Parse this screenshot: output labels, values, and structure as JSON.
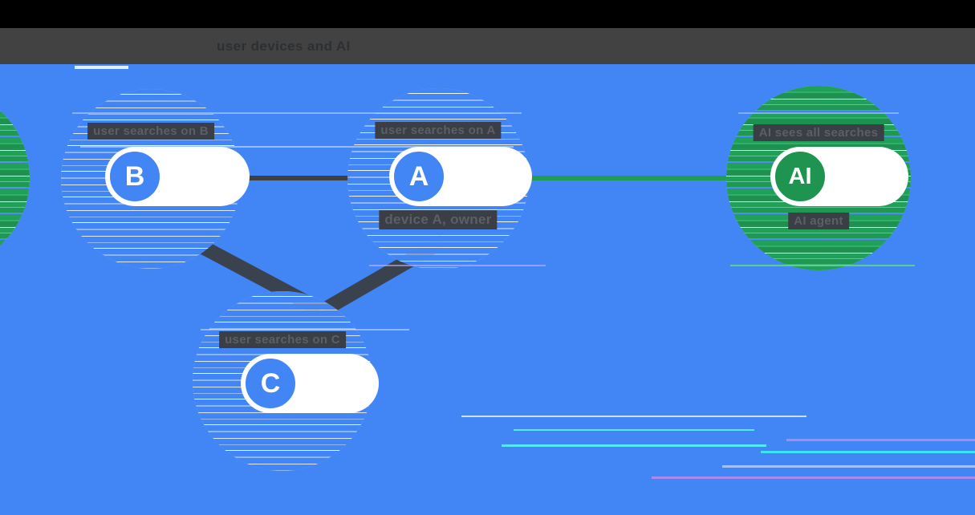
{
  "header": {
    "title": "user devices and AI"
  },
  "diagram": {
    "node_b": {
      "letter": "B",
      "label_top": "user searches on B"
    },
    "node_a": {
      "letter": "A",
      "label_top": "user searches on A",
      "label_bottom": "device A, owner"
    },
    "node_c": {
      "letter": "C",
      "label_top": "user searches on C"
    },
    "node_ai": {
      "letter": "AI",
      "label_top": "AI sees all searches",
      "label_bottom": "AI agent"
    },
    "colors": {
      "background_blue": "#4285F4",
      "node_green": "#21A05A",
      "avatar_blue": "#4285F4",
      "avatar_green": "#1E9450",
      "connector_gray": "#3C4043",
      "connector_green": "#1F9D55",
      "header_bar": "#424242",
      "top_band": "#000000",
      "label_bar": "#3B3E44"
    }
  }
}
